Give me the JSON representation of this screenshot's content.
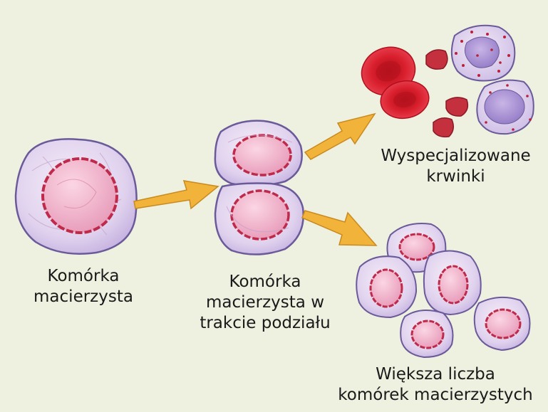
{
  "labels": {
    "stem_cell": [
      "Komórka",
      "macierzysta"
    ],
    "dividing_cell": [
      "Komórka",
      "macierzysta w",
      "trakcie podziału"
    ],
    "specialized": [
      "Wyspecjalizowane",
      "krwinki"
    ],
    "more_stem_cells": [
      "Większa liczba",
      "komórek macierzystych"
    ]
  },
  "colors": {
    "background": "#eef0e0",
    "cell_fill": "#ddd0ee",
    "cell_outline": "#6a5a9a",
    "nucleus_fill": "#f2b6cf",
    "nucleus_ring": "#c02a4a",
    "arrow_fill": "#f2b33a",
    "arrow_stroke": "#c98a1e",
    "red_blood_cell": "#d81e2c",
    "label_text": "#1a1a1a"
  },
  "icons": [
    "stem-cell",
    "dividing-cell",
    "red-blood-cell",
    "platelet",
    "white-blood-cell",
    "arrow"
  ]
}
